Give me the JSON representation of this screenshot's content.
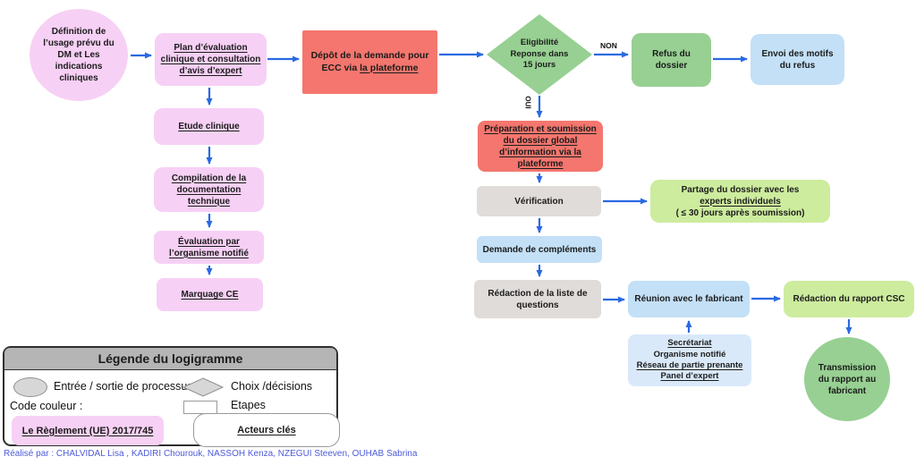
{
  "nodes": {
    "definition": "Définition de l’usage prévu du DM et Les indications cliniques",
    "plan": "Plan d’évaluation clinique et consultation d’avis d’expert",
    "depot": {
      "line1": "Dépôt de la demande pour",
      "line2_pre": "ECC via ",
      "line2_underlined": "la plateforme"
    },
    "eligibility": {
      "line1": "Eligibilité",
      "line2": "Reponse dans",
      "line3": "15 jours"
    },
    "refus": "Refus du dossier",
    "envoi": "Envoi des motifs du refus",
    "etude": "Etude clinique",
    "compilation": "Compilation de la documentation technique",
    "evaluation": "Évaluation par l’organisme notifié",
    "marquage": "Marquage CE",
    "preparation": "Préparation et soumission du dossier global d’information via la plateforme",
    "verification": "Vérification",
    "partage": {
      "line1": "Partage du dossier avec les",
      "line2_underlined": "experts individuels",
      "line3": "( ≤ 30 jours après soumission)"
    },
    "demande": "Demande de compléments",
    "redaction_liste": "Rédaction de la liste de questions",
    "reunion": "Réunion avec le fabricant",
    "redaction_rapport": "Rédaction du rapport CSC",
    "secretariat": {
      "line1": "Secrétariat",
      "line2": "Organisme notifié",
      "line3": "Réseau de partie prenante",
      "line4": "Panel d’expert"
    },
    "transmission": "Transmission du rapport au fabricant"
  },
  "edge_labels": {
    "non": "NON",
    "oui": "OUI"
  },
  "legend": {
    "title": "Légende du logigramme",
    "entry_exit": "Entrée / sortie de processus",
    "choices": "Choix /décisions",
    "color_code_label": "Code couleur :",
    "steps": "Etapes",
    "regulation": "Le Règlement (UE) 2017/745",
    "key_actors": "Acteurs clés"
  },
  "footer": {
    "credit": "Réalisé par : CHALVIDAL Lisa , KADIRI Chourouk, NASSOH Kenza, NZEGUI Steeven, OUHAB Sabrina"
  },
  "colors": {
    "pink": "#f7d0f5",
    "red": "#f4766e",
    "green": "#97d092",
    "lightgreen": "#cdec9e",
    "blue": "#c3e0f7",
    "lightblue": "#d9e9fa",
    "gray": "#e0dcd9",
    "arrow": "#2a69e2",
    "footer": "#4d5bd8",
    "legendgray": "#b5b5b5"
  }
}
